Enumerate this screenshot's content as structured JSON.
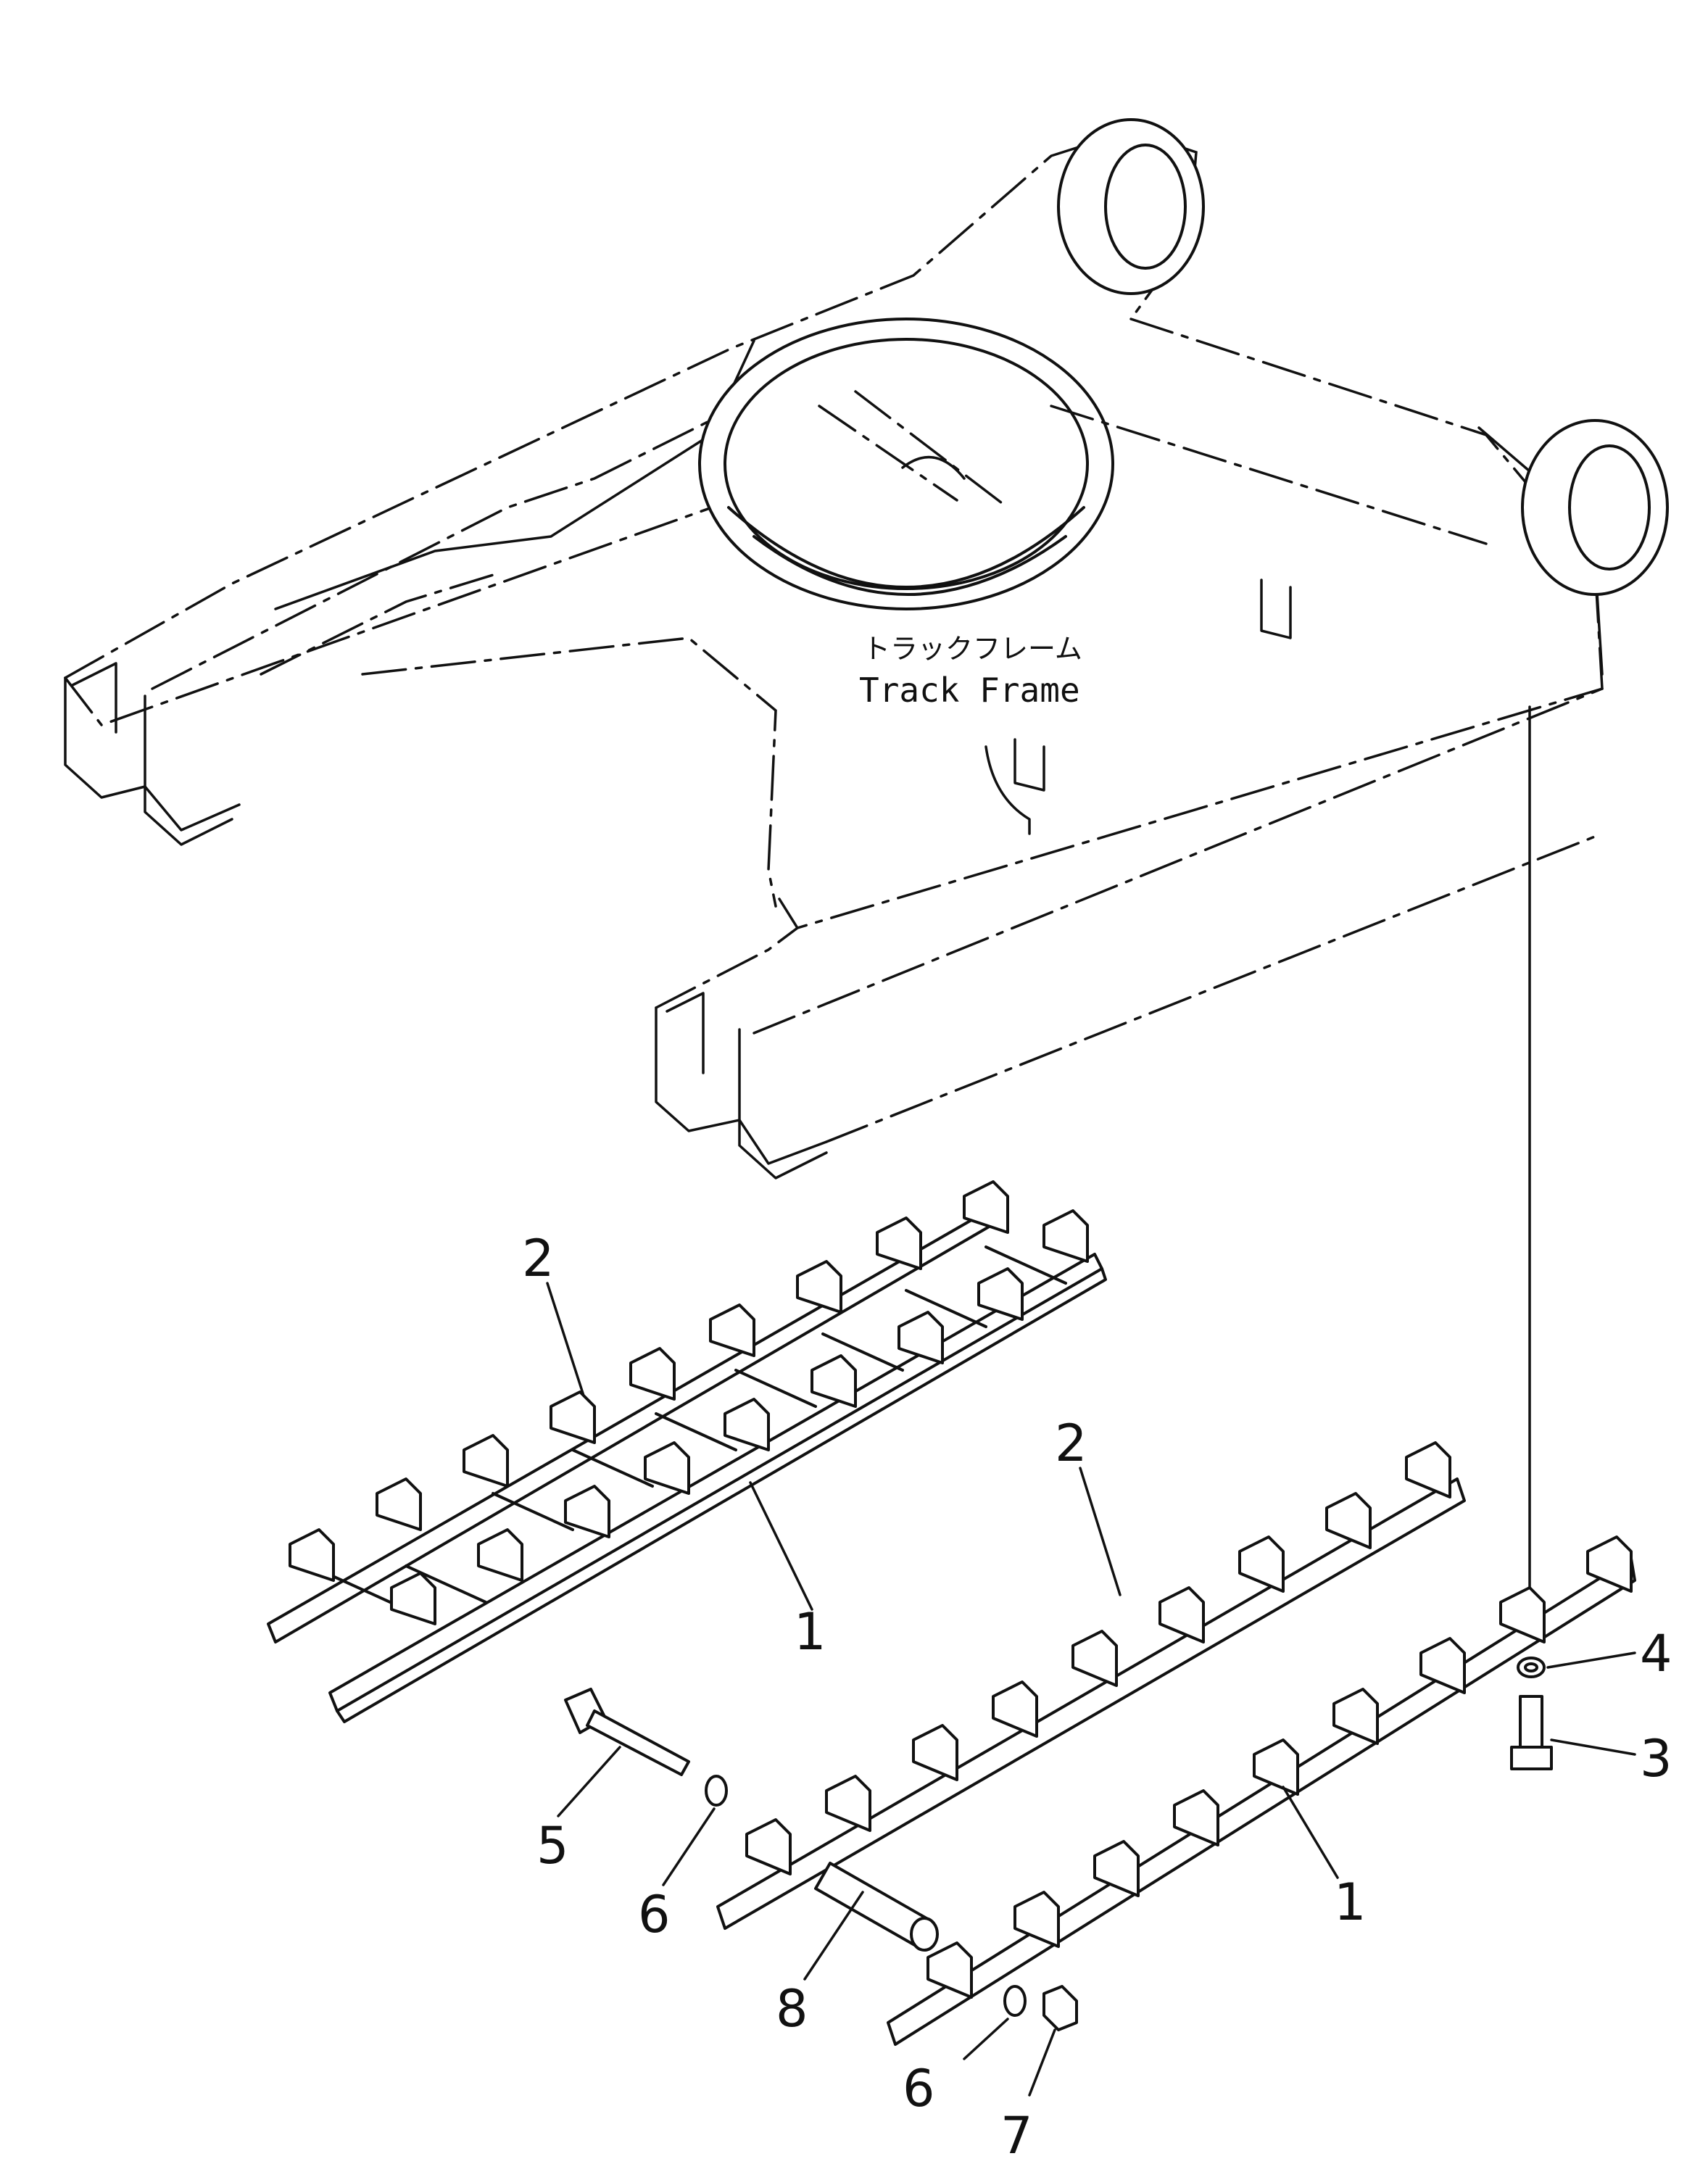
{
  "labels": {
    "frame_jp": "トラックフレーム",
    "frame_en": "Track  Frame"
  },
  "callouts": {
    "upper_rail": "1",
    "upper_guard": "2",
    "lower_guard": "2",
    "lower_rail": "1",
    "washer_right": "4",
    "bolt_right": "3",
    "long_bolt": "5",
    "washer_left": "6",
    "pipe": "8",
    "washer_bottom": "6",
    "nut": "7"
  }
}
